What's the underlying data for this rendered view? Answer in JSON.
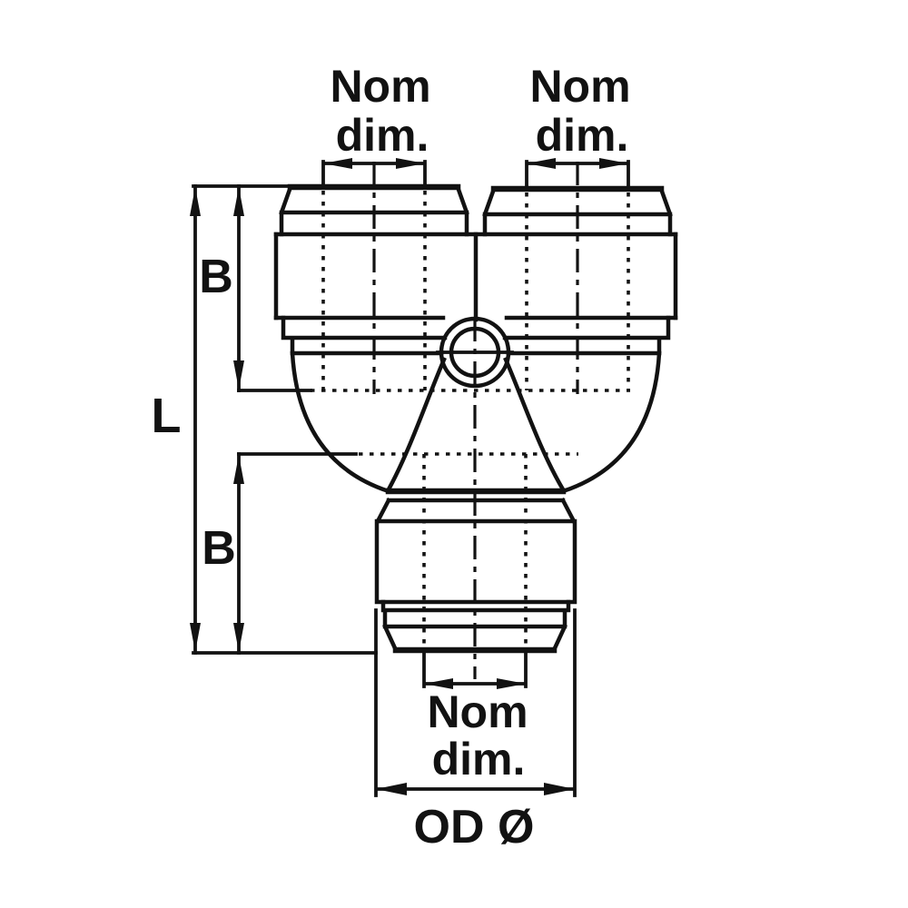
{
  "page": {
    "background_color": "#ffffff"
  },
  "drawing": {
    "line_color": "#121212",
    "labels": {
      "top_left_port": {
        "line1": "Nom",
        "line2": "dim."
      },
      "top_right_port": {
        "line1": "Nom",
        "line2": "dim."
      },
      "bottom_port": {
        "line1": "Nom",
        "line2": "dim."
      },
      "outer_diameter": "OD Ø",
      "overall_length": "L",
      "upper_insert_depth": "B",
      "lower_insert_depth": "B"
    }
  }
}
